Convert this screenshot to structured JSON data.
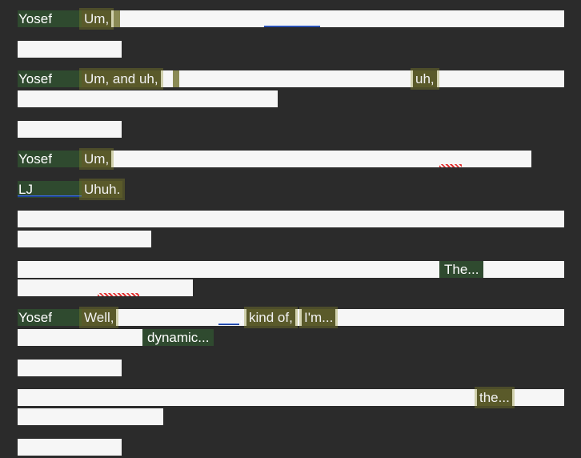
{
  "transcript": {
    "lines": [
      {
        "speaker": "Yosef",
        "fragments": [
          "Um,"
        ]
      },
      {
        "speaker": "Yosef",
        "fragments": [
          "Um, and uh,",
          "uh,"
        ]
      },
      {
        "speaker": "Yosef",
        "fragments": [
          "Um,"
        ]
      },
      {
        "speaker": "LJ",
        "fragments": [
          "Uhuh."
        ]
      },
      {
        "speaker": "",
        "fragments": [
          "The..."
        ]
      },
      {
        "speaker": "Yosef",
        "fragments": [
          "Well,",
          ",",
          "kind of,",
          "I'm...",
          "dynamic..."
        ]
      },
      {
        "speaker": "",
        "fragments": [
          "the..."
        ]
      }
    ]
  }
}
